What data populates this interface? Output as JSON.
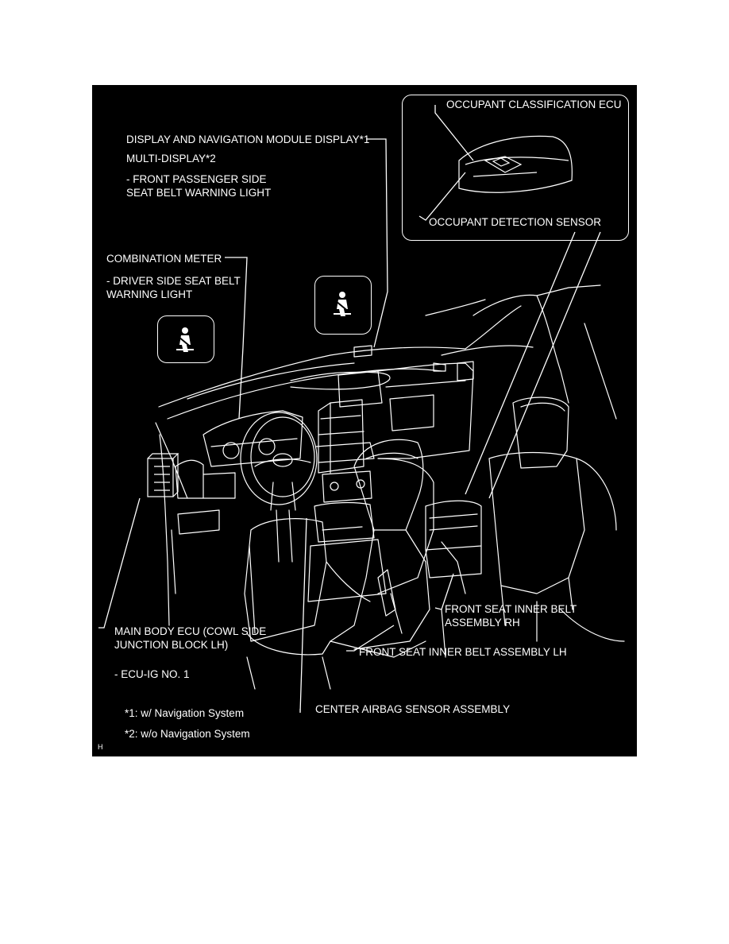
{
  "labels": {
    "display_nav": "DISPLAY AND NAVIGATION MODULE DISPLAY*1",
    "multi_display": "MULTI-DISPLAY*2",
    "front_passenger_line1": "- FRONT PASSENGER SIDE",
    "front_passenger_line2": "SEAT BELT WARNING LIGHT",
    "combination_meter": "COMBINATION METER",
    "driver_side_line1": "- DRIVER SIDE SEAT BELT",
    "driver_side_line2": "WARNING LIGHT",
    "occupant_classification_ecu": "OCCUPANT CLASSIFICATION ECU",
    "occupant_detection_sensor": "OCCUPANT DETECTION SENSOR",
    "main_body_ecu_line1": "MAIN BODY ECU (COWL SIDE",
    "main_body_ecu_line2": "JUNCTION BLOCK LH)",
    "ecu_ig": "- ECU-IG NO. 1",
    "front_inner_rh_line1": "FRONT SEAT INNER BELT",
    "front_inner_rh_line2": "ASSEMBLY RH",
    "front_inner_lh": "FRONT SEAT INNER BELT ASSEMBLY LH",
    "center_airbag": "CENTER AIRBAG SENSOR ASSEMBLY",
    "note1": "*1: w/ Navigation System",
    "note2": "*2: w/o Navigation System",
    "corner_code": "H"
  },
  "colors": {
    "background": "#000000",
    "line": "#ffffff",
    "page": "#ffffff"
  },
  "icons": [
    "seat-belt-warning-icon",
    "seat-belt-warning-icon"
  ]
}
